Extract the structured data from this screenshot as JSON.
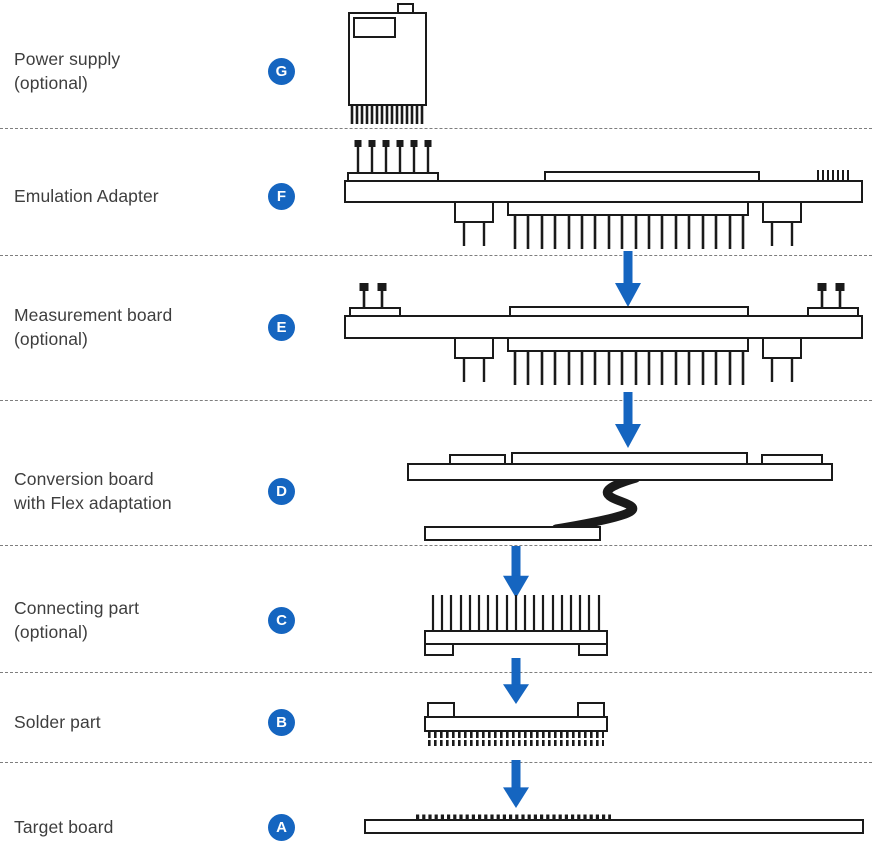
{
  "theme": {
    "accent": "#1565c0",
    "outline": "#1a1a1a",
    "label_color": "#3e3e3e",
    "divider_color": "#7e7e7e",
    "background": "#ffffff"
  },
  "rows": [
    {
      "badge": "G",
      "lines": [
        "Power supply",
        "(optional)"
      ],
      "component": "power-supply"
    },
    {
      "badge": "F",
      "lines": [
        "Emulation Adapter"
      ],
      "component": "emulation-adapter"
    },
    {
      "badge": "E",
      "lines": [
        "Measurement board",
        "(optional)"
      ],
      "component": "measurement-board"
    },
    {
      "badge": "D",
      "lines": [
        "Conversion board",
        "with Flex adaptation"
      ],
      "component": "conversion-board-with-flex"
    },
    {
      "badge": "C",
      "lines": [
        "Connecting part",
        "(optional)"
      ],
      "component": "connecting-part"
    },
    {
      "badge": "B",
      "lines": [
        "Solder part"
      ],
      "component": "solder-part"
    },
    {
      "badge": "A",
      "lines": [
        "Target board"
      ],
      "component": "target-board"
    }
  ]
}
